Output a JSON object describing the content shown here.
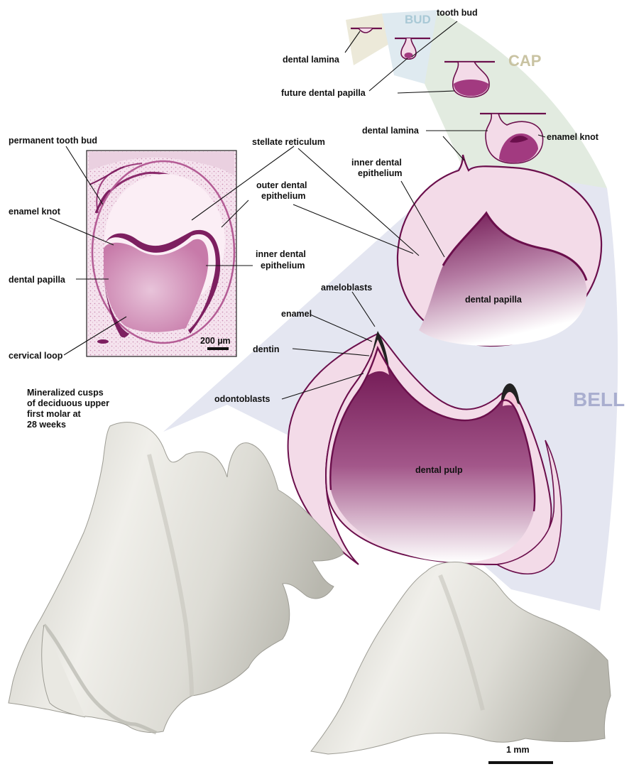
{
  "stages": {
    "bud": "BUD",
    "cap": "CAP",
    "bell": "BELL"
  },
  "labels": {
    "tooth_bud": "tooth bud",
    "dental_lamina_top": "dental lamina",
    "future_dental_papilla": "future dental papilla",
    "dental_lamina_cap": "dental lamina",
    "enamel_knot_cap": "enamel knot",
    "permanent_tooth_bud": "permanent tooth bud",
    "stellate_reticulum": "stellate reticulum",
    "inner_dental_epithelium_bell_line1": "inner dental",
    "inner_dental_epithelium_bell_line2": "epithelium",
    "outer_dental_epithelium_line1": "outer dental",
    "outer_dental_epithelium_line2": "epithelium",
    "enamel_knot_histo": "enamel knot",
    "inner_dental_epithelium_histo_line1": "inner dental",
    "inner_dental_epithelium_histo_line2": "epithelium",
    "dental_papilla_histo": "dental papilla",
    "dental_papilla_bell": "dental papilla",
    "cervical_loop": "cervical loop",
    "ameloblasts": "ameloblasts",
    "enamel": "enamel",
    "dentin": "dentin",
    "odontoblasts": "odontoblasts",
    "dental_pulp": "dental pulp",
    "mineralized_line1": "Mineralized cusps",
    "mineralized_line2": "of deciduous upper",
    "mineralized_line3": "first molar at",
    "mineralized_line4": "28 weeks"
  },
  "scale_bars": {
    "histology": "200 µm",
    "model": "1 mm"
  },
  "colors": {
    "magenta_dark": "#6b0f4c",
    "magenta_mid": "#a23a80",
    "pink_light": "#f3dbe8",
    "bud_panel": "#dfeaf0",
    "lamina_panel": "#ece9d9",
    "cap_panel": "#e2ebe0",
    "bell_panel": "#e4e6f1",
    "stage_bud_text": "#a9c9d6",
    "stage_cap_text": "#c9c3a2",
    "stage_bell_text": "#a9aecf",
    "enamel_black": "#222222"
  }
}
